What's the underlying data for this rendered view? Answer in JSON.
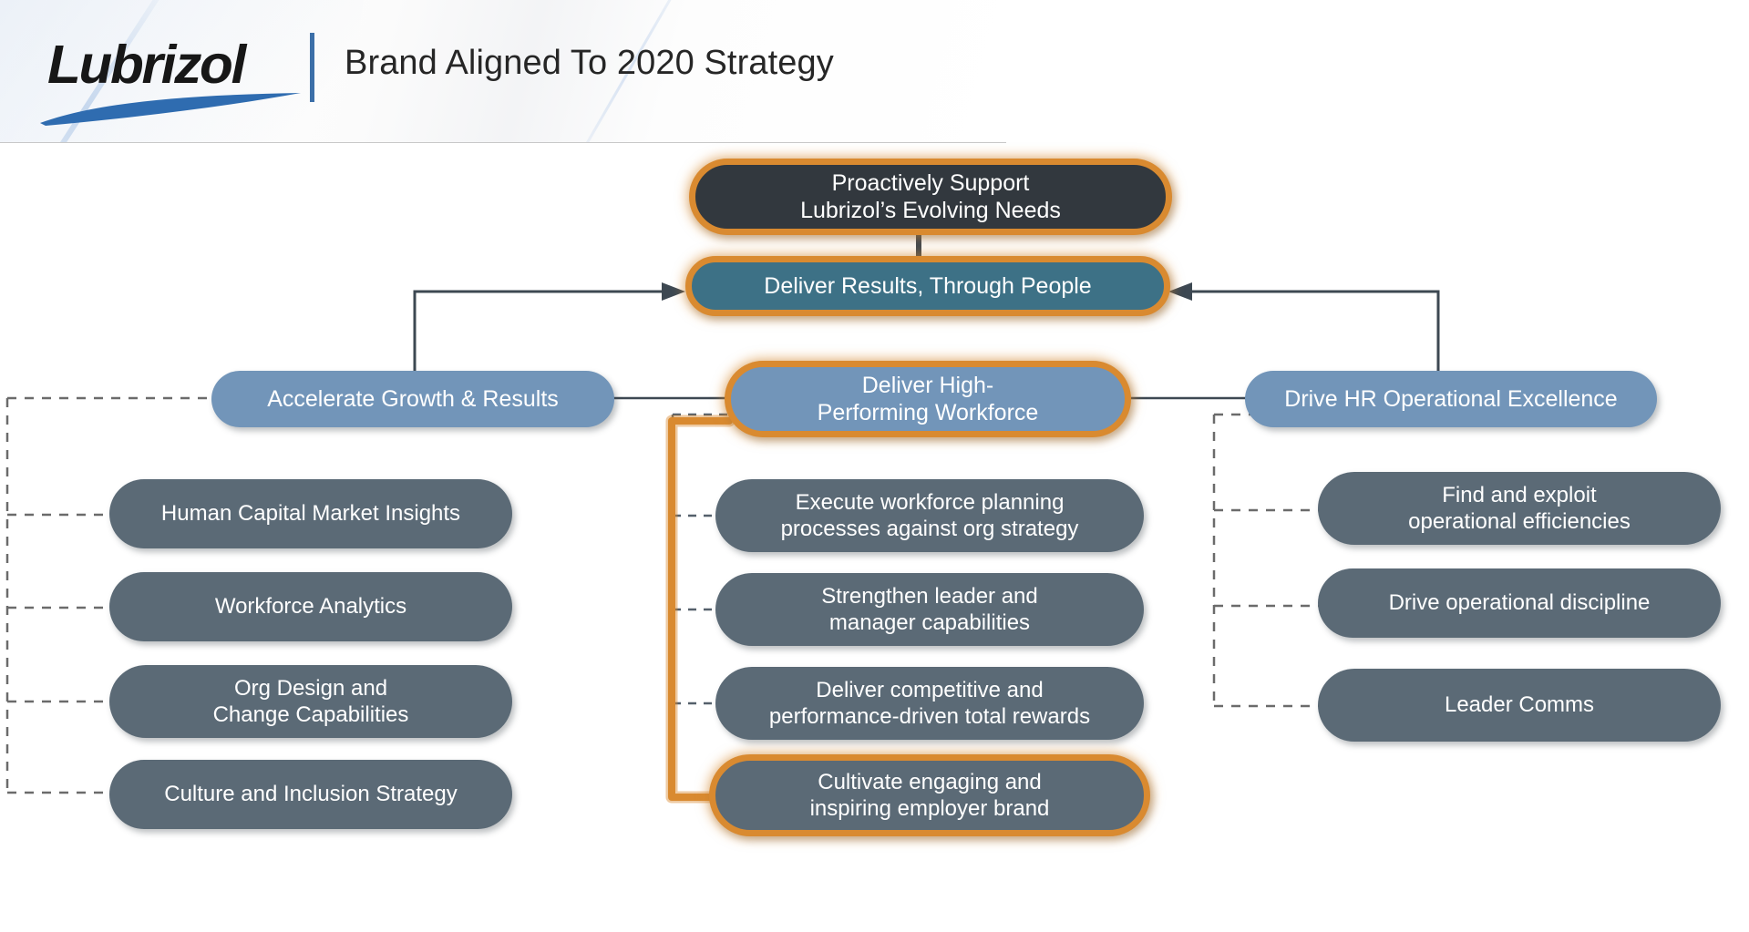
{
  "header": {
    "logo_text": "Lubrizol",
    "title": "Brand Aligned To 2020 Strategy",
    "logo_swoosh_color": "#2f6cb0",
    "divider_color": "#3c6fa8"
  },
  "colors": {
    "dark": "#32383e",
    "teal": "#3d7186",
    "light_blue": "#7295b9",
    "slate": "#5b6a76",
    "highlight_orange": "#d98a30",
    "connector": "#3d4852",
    "dashed_connector": "#6b6b6b"
  },
  "diagram": {
    "vision": {
      "label": "Proactively Support\nLubrizol’s Evolving Needs",
      "style": "dark",
      "highlighted": true
    },
    "mission": {
      "label": "Deliver Results, Through People",
      "style": "teal",
      "highlighted": true
    },
    "pillars": [
      {
        "id": "accelerate-growth-results",
        "label": "Accelerate Growth & Results",
        "style": "light-blue",
        "highlighted": false,
        "children": [
          {
            "id": "human-capital-market-insights",
            "label": "Human Capital Market Insights",
            "highlighted": false
          },
          {
            "id": "workforce-analytics",
            "label": "Workforce Analytics",
            "highlighted": false
          },
          {
            "id": "org-design-change-capabilities",
            "label": "Org Design and\nChange Capabilities",
            "highlighted": false
          },
          {
            "id": "culture-inclusion-strategy",
            "label": "Culture and Inclusion Strategy",
            "highlighted": false
          }
        ]
      },
      {
        "id": "deliver-high-performing-workforce",
        "label": "Deliver High-\nPerforming Workforce",
        "style": "light-blue",
        "highlighted": true,
        "children": [
          {
            "id": "execute-workforce-planning",
            "label": "Execute workforce planning\nprocesses against org strategy",
            "highlighted": false
          },
          {
            "id": "strengthen-leader-manager",
            "label": "Strengthen leader and\nmanager capabilities",
            "highlighted": false
          },
          {
            "id": "deliver-competitive-total-rewards",
            "label": "Deliver competitive and\nperformance-driven total rewards",
            "highlighted": false
          },
          {
            "id": "cultivate-engaging-employer-brand",
            "label": "Cultivate engaging and\ninspiring employer brand",
            "highlighted": true
          }
        ]
      },
      {
        "id": "drive-hr-operational-excellence",
        "label": "Drive HR Operational Excellence",
        "style": "light-blue",
        "highlighted": false,
        "children": [
          {
            "id": "find-exploit-operational-efficiencies",
            "label": "Find and exploit\noperational efficiencies",
            "highlighted": false
          },
          {
            "id": "drive-operational-discipline",
            "label": "Drive operational discipline",
            "highlighted": false
          },
          {
            "id": "leader-comms",
            "label": "Leader Comms",
            "highlighted": false
          }
        ]
      }
    ]
  }
}
